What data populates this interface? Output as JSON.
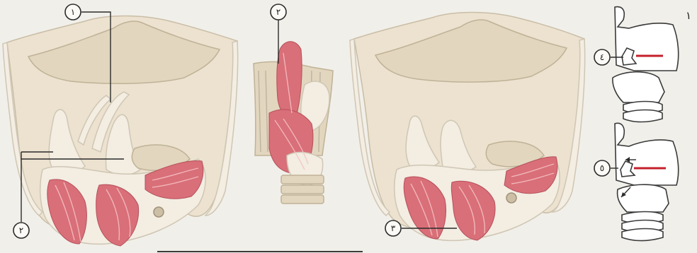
{
  "callouts": {
    "c1": "١",
    "c2": "٢",
    "c3": "٣",
    "c4": "٤",
    "c5": "٥",
    "c6": "١"
  },
  "colors": {
    "background": "#f1efe9",
    "cartilage": "#ece2cf",
    "muscle": "#d96f78",
    "marker": "#c4202b"
  }
}
